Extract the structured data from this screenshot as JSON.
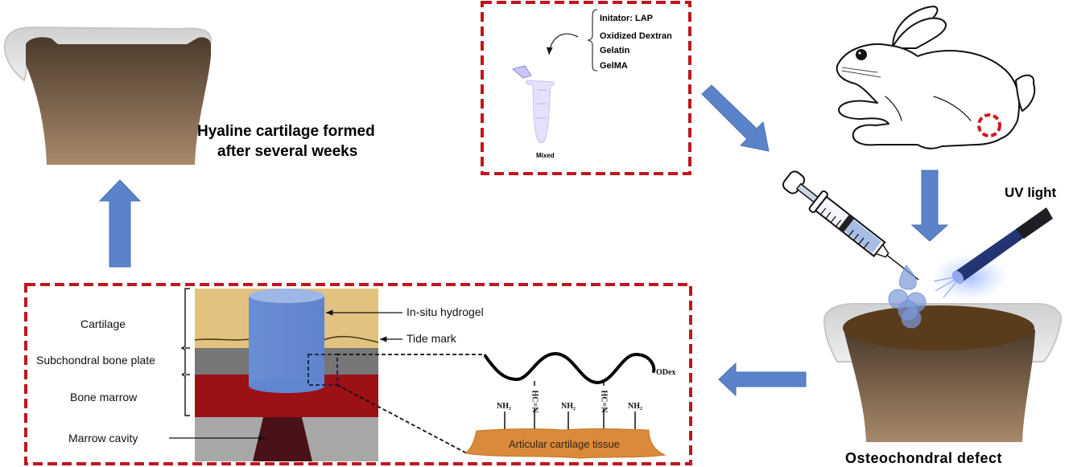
{
  "figure": {
    "title": "In-situ hydrogel for osteochondral defect repair",
    "colors": {
      "arrow_blue": "#5b83c9",
      "dash_red": "#c0161d",
      "cartilage": "#e2c27f",
      "subchondral": "#767676",
      "bone_marrow": "#9c1116",
      "marrow_cavity_bg": "#a8a8a8",
      "marrow_cavity": "#4a1218",
      "hydrogel": "#6b8fd6",
      "tissue": "#d98a3a",
      "bone_top": "#4a3a2c",
      "bone_bottom": "#a8896a"
    }
  },
  "top_left": {
    "caption_line1": "Hyaline cartilage formed",
    "caption_line2": "after several weeks"
  },
  "preparation_box": {
    "components": [
      "Initator: LAP",
      "Oxidized Dextran",
      "Gelatin",
      "GelMA"
    ],
    "tube_label": "Mixed"
  },
  "right_panel": {
    "uv_label": "UV light",
    "defect_label": "Osteochondral defect"
  },
  "cross_section": {
    "layer_labels": [
      "Cartilage",
      "Subchondral bone plate",
      "Bone marrow",
      "Marrow cavity"
    ],
    "annotations": [
      "In-situ hydrogel",
      "Tide mark"
    ]
  },
  "chemistry": {
    "polymer_label": "ODex",
    "bond_labels": [
      "HC=N",
      "HC=N"
    ],
    "amine_labels": [
      "NH₂",
      "NH₂",
      "NH₂"
    ],
    "tissue_label": "Articular cartilage tissue"
  }
}
